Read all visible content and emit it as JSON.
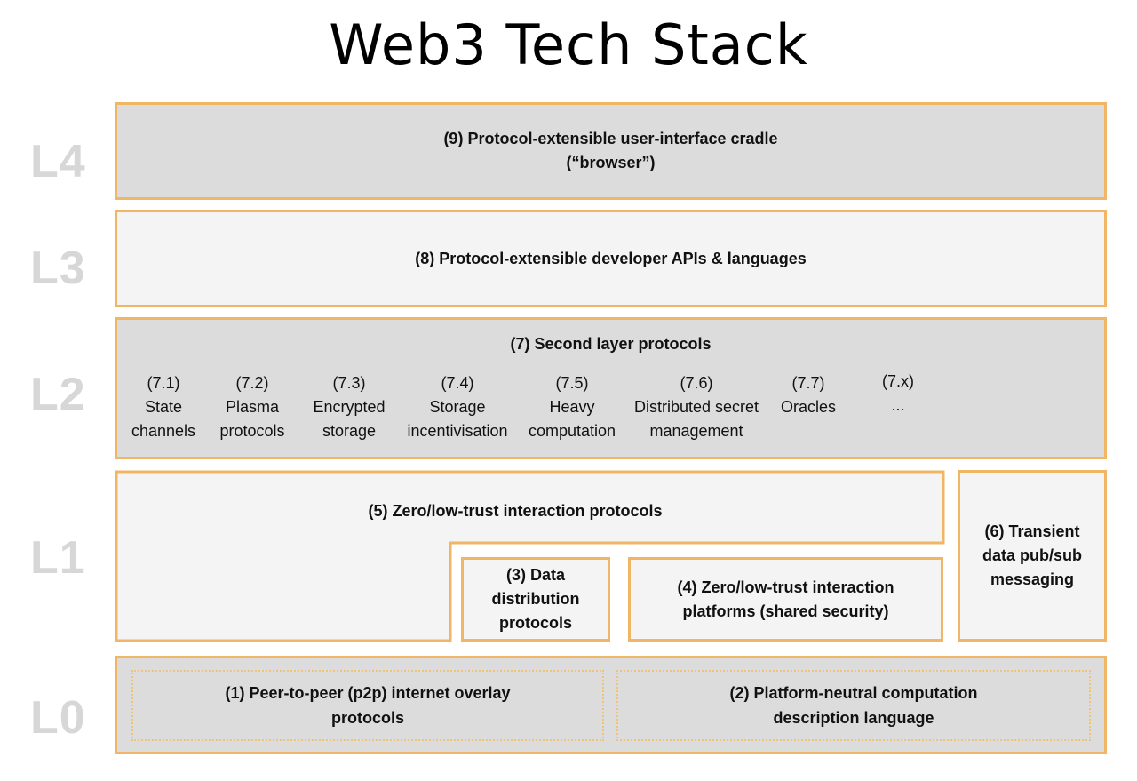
{
  "title": "Web3 Tech Stack",
  "colors": {
    "border": "#f0b665",
    "dark_fill": "#dcdcdc",
    "light_fill": "#f4f4f4",
    "level_label": "#d7d7d7"
  },
  "levels": [
    "L4",
    "L3",
    "L2",
    "L1",
    "L0"
  ],
  "l4": {
    "line1": "(9) Protocol-extensible user-interface cradle",
    "line2": "(“browser”)"
  },
  "l3": {
    "label": "(8) Protocol-extensible developer APIs & languages"
  },
  "l2": {
    "heading": "(7) Second layer protocols",
    "items": [
      {
        "num": "(7.1)",
        "line1": "State",
        "line2": "channels"
      },
      {
        "num": "(7.2)",
        "line1": "Plasma",
        "line2": "protocols"
      },
      {
        "num": "(7.3)",
        "line1": "Encrypted",
        "line2": "storage"
      },
      {
        "num": "(7.4)",
        "line1": "Storage",
        "line2": "incentivisation"
      },
      {
        "num": "(7.5)",
        "line1": "Heavy",
        "line2": "computation"
      },
      {
        "num": "(7.6)",
        "line1": "Distributed secret",
        "line2": "management"
      },
      {
        "num": "(7.7)",
        "line1": "Oracles",
        "line2": ""
      },
      {
        "num": "(7.x)",
        "line1": "...",
        "line2": ""
      }
    ]
  },
  "l1": {
    "zero_trust_protocols": "(5) Zero/low-trust interaction protocols",
    "data_distribution": {
      "line1": "(3) Data",
      "line2": "distribution",
      "line3": "protocols"
    },
    "platforms": {
      "line1": "(4) Zero/low-trust interaction",
      "line2": "platforms (shared security)"
    },
    "transient": {
      "line1": "(6) Transient",
      "line2": "data pub/sub",
      "line3": "messaging"
    }
  },
  "l0": {
    "p2p": {
      "line1": "(1) Peer-to-peer (p2p) internet overlay",
      "line2": "protocols"
    },
    "computation": {
      "line1": "(2) Platform-neutral computation",
      "line2": "description language"
    }
  }
}
